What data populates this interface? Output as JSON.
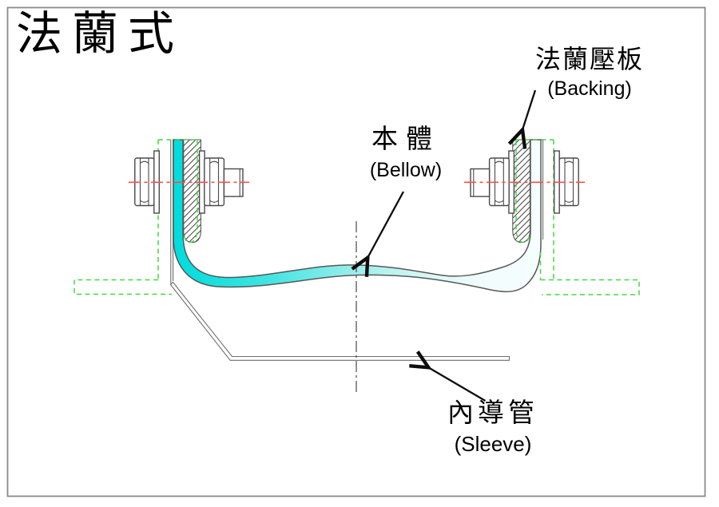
{
  "title": "法蘭式",
  "annotations": {
    "backing": {
      "zh": "法蘭壓板",
      "en": "(Backing)"
    },
    "bellow": {
      "zh": "本體",
      "en": "(Bellow)"
    },
    "sleeve": {
      "zh": "內導管",
      "en": "(Sleeve)"
    }
  },
  "colors": {
    "bellow_cyan": "#00dcdc",
    "bellow_fade": "#f6fefe",
    "phantom_green": "#42d842",
    "centerline_red": "#ff4c4c",
    "outline": "#4a4a4a",
    "frame": "#8a8a8a"
  }
}
